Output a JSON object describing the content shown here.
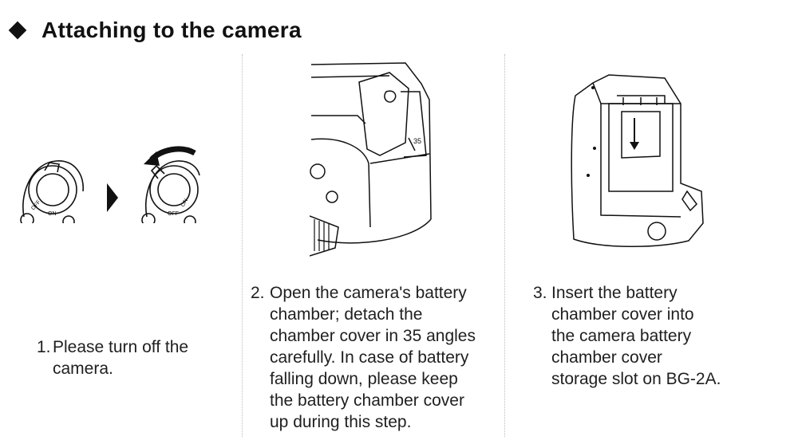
{
  "header": {
    "title": "Attaching to the camera"
  },
  "steps": [
    {
      "number": "1.",
      "lines": [
        "Please turn off the",
        "camera."
      ]
    },
    {
      "number": "2.",
      "lines": [
        "Open the camera's battery",
        "chamber; detach the",
        "chamber cover in 35 angles",
        "carefully. In case of battery",
        "falling down, please keep",
        "the battery chamber cover",
        "up during this step."
      ]
    },
    {
      "number": "3.",
      "lines": [
        "Insert the battery",
        "chamber cover into",
        "the camera battery",
        "chamber cover",
        "storage slot on BG-2A."
      ]
    }
  ],
  "illustrations": {
    "dial_labels": {
      "off": "OFF",
      "on": "ON"
    },
    "angle_label": "35"
  }
}
